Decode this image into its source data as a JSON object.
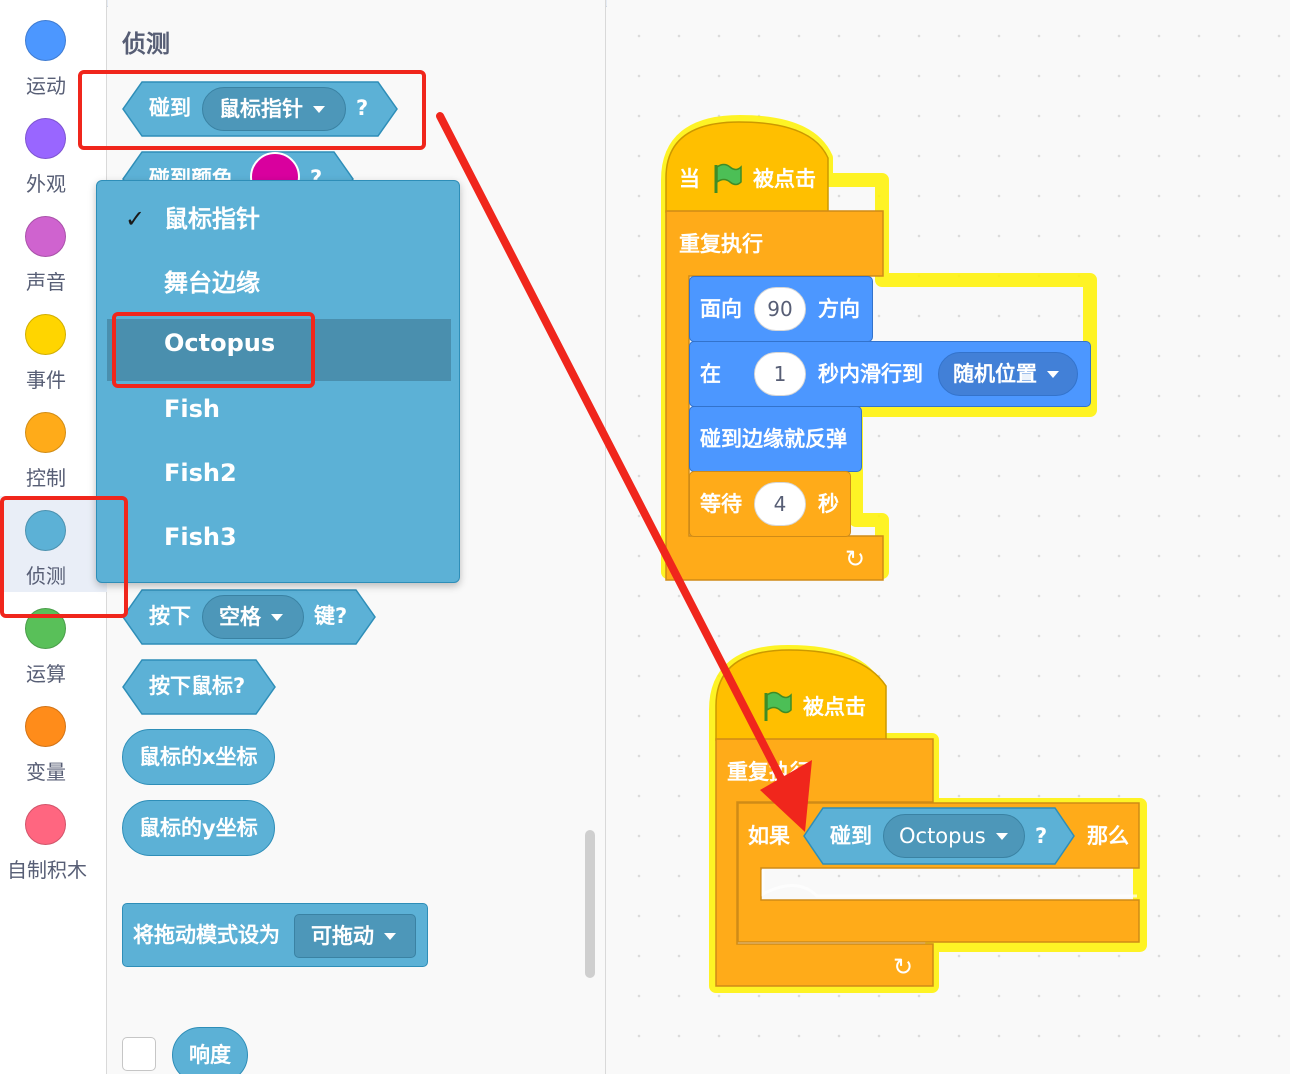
{
  "categories": [
    {
      "label": "运动",
      "color": "#4c97ff",
      "icon": "motion-dot-icon"
    },
    {
      "label": "外观",
      "color": "#9966ff",
      "icon": "looks-dot-icon"
    },
    {
      "label": "声音",
      "color": "#cf63cf",
      "icon": "sound-dot-icon"
    },
    {
      "label": "事件",
      "color": "#ffd500",
      "icon": "events-dot-icon"
    },
    {
      "label": "控制",
      "color": "#ffab19",
      "icon": "control-dot-icon"
    },
    {
      "label": "侦测",
      "color": "#5cb1d6",
      "icon": "sensing-dot-icon"
    },
    {
      "label": "运算",
      "color": "#59c059",
      "icon": "operators-dot-icon"
    },
    {
      "label": "变量",
      "color": "#ff8c1a",
      "icon": "variables-dot-icon"
    },
    {
      "label": "自制积木",
      "color": "#ff6680",
      "icon": "myblocks-dot-icon"
    }
  ],
  "palette": {
    "title": "侦测",
    "touching": {
      "label": "碰到",
      "value": "鼠标指针",
      "suffix": "?"
    },
    "touching_color": {
      "label": "碰到颜色",
      "suffix": "?"
    },
    "key_pressed": {
      "label": "按下",
      "value": "空格",
      "suffix": "键?"
    },
    "mouse_down": {
      "label": "按下鼠标?"
    },
    "mouse_x": {
      "label": "鼠标的x坐标"
    },
    "mouse_y": {
      "label": "鼠标的y坐标"
    },
    "drag_mode": {
      "label": "将拖动模式设为",
      "value": "可拖动"
    },
    "loudness": {
      "label": "响度"
    }
  },
  "dropdown": {
    "items": [
      "鼠标指针",
      "舞台边缘",
      "Octopus",
      "Fish",
      "Fish2",
      "Fish3"
    ],
    "selected": "鼠标指针",
    "highlighted": "Octopus",
    "check": "✓"
  },
  "script1": {
    "hat_when": "当",
    "hat_clicked": "被点击",
    "forever": "重复执行",
    "point": {
      "label": "面向",
      "value": "90",
      "suffix": "方向"
    },
    "glide": {
      "label": "在",
      "value": "1",
      "middle": "秒内滑行到",
      "target": "随机位置"
    },
    "bounce": "碰到边缘就反弹",
    "wait": {
      "label": "等待",
      "value": "4",
      "suffix": "秒"
    }
  },
  "script2": {
    "hat_clicked": "被点击",
    "forever": "重复执行",
    "if_label": "如果",
    "touching_label": "碰到",
    "touching_value": "Octopus",
    "touching_suffix": "?",
    "then_label": "那么"
  },
  "colors": {
    "sensing": "#5cb1d6",
    "control": "#ffab19",
    "events": "#ffbf00",
    "motion": "#4c97ff",
    "annotation": "#f0261c"
  }
}
